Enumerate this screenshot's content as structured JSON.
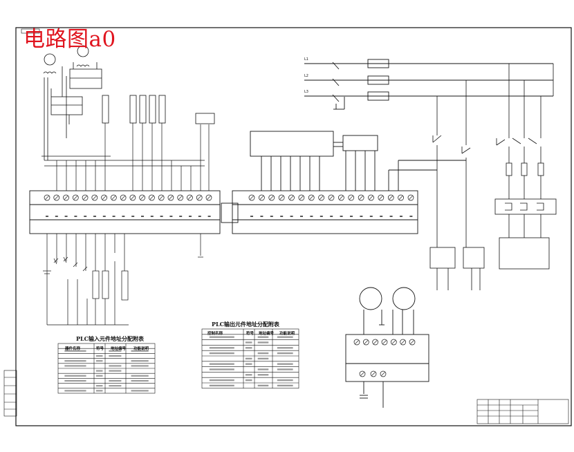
{
  "title_overlay": "电路图a0",
  "input_table": {
    "title": "PLC输入元件地址分配附表",
    "headers": [
      "器件名称",
      "符号",
      "地址编号",
      "功能说明"
    ]
  },
  "output_table": {
    "title": "PLC输出元件地址分配附表",
    "headers": [
      "控制名称",
      "符号",
      "地址编号",
      "功能说明"
    ]
  },
  "supply_labels": [
    "L1",
    "L2",
    "L3"
  ]
}
